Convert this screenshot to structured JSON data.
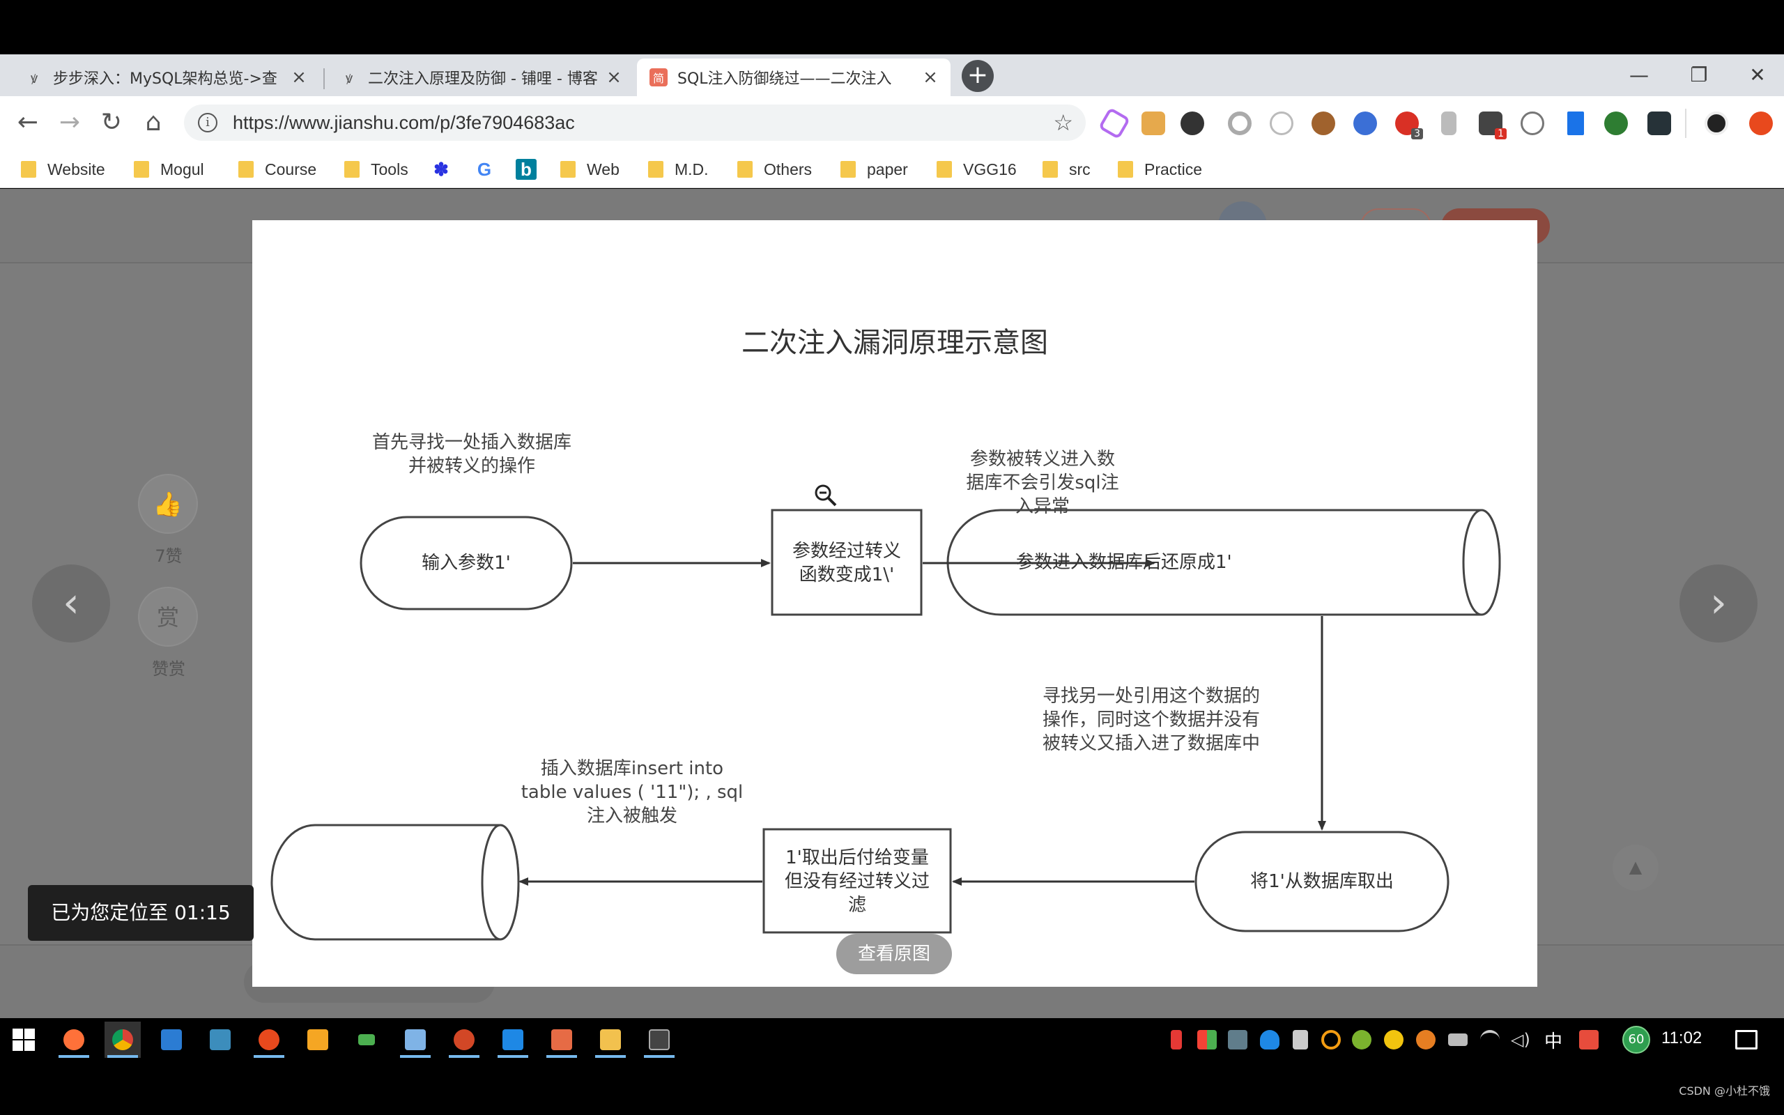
{
  "browser": {
    "tabs": [
      {
        "title": "步步深入：MySQL架构总览->查",
        "favicon": "bug-icon",
        "active": false
      },
      {
        "title": "二次注入原理及防御 - 铺哩 - 博客",
        "favicon": "bug-icon",
        "active": false
      },
      {
        "title": "SQL注入防御绕过——二次注入",
        "favicon": "jianshu-icon",
        "favicon_text": "简",
        "active": true
      }
    ],
    "new_tab": "+",
    "url": "https://www.jianshu.com/p/3fe7904683ac",
    "bookmarks": [
      {
        "label": "Website",
        "type": "folder"
      },
      {
        "label": "Mogul",
        "type": "folder"
      },
      {
        "label": "Course",
        "type": "folder"
      },
      {
        "label": "Tools",
        "type": "folder"
      },
      {
        "label": "",
        "type": "baidu-icon"
      },
      {
        "label": "G",
        "type": "google-icon"
      },
      {
        "label": "b",
        "type": "bing-icon"
      },
      {
        "label": "Web",
        "type": "folder"
      },
      {
        "label": "M.D.",
        "type": "folder"
      },
      {
        "label": "Others",
        "type": "folder"
      },
      {
        "label": "paper",
        "type": "folder"
      },
      {
        "label": "VGG16",
        "type": "folder"
      },
      {
        "label": "src",
        "type": "folder"
      },
      {
        "label": "Practice",
        "type": "folder"
      }
    ],
    "extension_badges": {
      "abp": "3",
      "notify": "1"
    }
  },
  "page": {
    "likes_label": "7赞",
    "reward_icon_text": "赏",
    "reward_label": "赞赏",
    "view_original": "查看原图"
  },
  "diagram": {
    "title": "二次注入漏洞原理示意图",
    "nodes": {
      "input": "输入参数1'",
      "escape": [
        "参数经过转义",
        "函数变成1\\'"
      ],
      "db_store": "参数进入数据库后还原成1'",
      "fetch": "将1'从数据库取出",
      "assign": [
        "1'取出后付给变量",
        "但没有经过转义过",
        "滤"
      ]
    },
    "annotations": {
      "find_insert": [
        "首先寻找一处插入数据库",
        "并被转义的操作"
      ],
      "escaped_in": [
        "参数被转义进入数",
        "据库不会引发sql注",
        "入异常"
      ],
      "find_ref": [
        "寻找另一处引用这个数据的",
        "操作，同时这个数据并没有",
        "被转义又插入进了数据库中"
      ],
      "trigger": [
        "插入数据库insert into",
        "table values ( '11\"); , sql",
        "注入被触发"
      ]
    }
  },
  "toast": "已为您定位至 01:15",
  "taskbar": {
    "clock": "11:02",
    "ime": "中",
    "battery_badge": "60"
  },
  "watermark": "CSDN @小杜不饿",
  "colors": {
    "chrome_tabstrip": "#dee1e6",
    "jianshu_red": "#ea6f5a",
    "overlay_gray": "#7c7c7c",
    "taskbar_accent": "#76b9ed"
  }
}
